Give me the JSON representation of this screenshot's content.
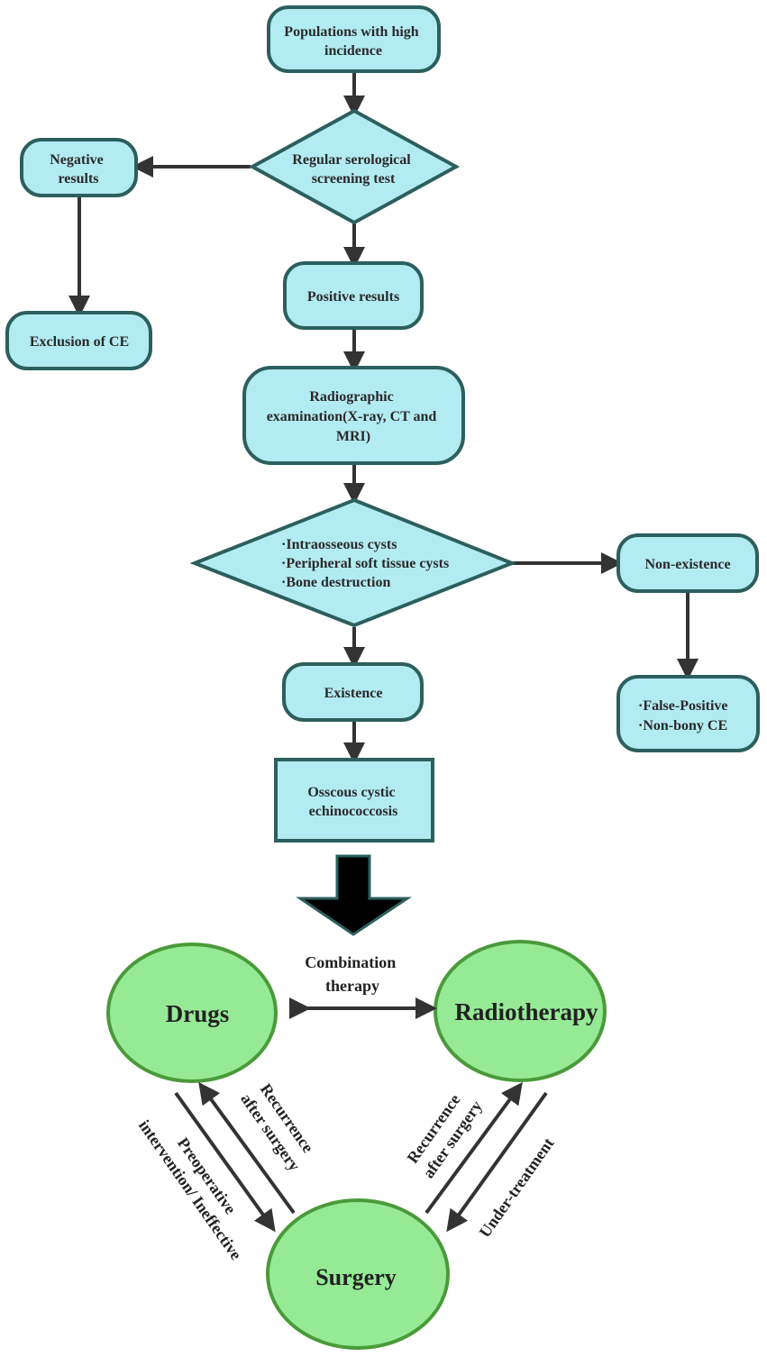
{
  "colors": {
    "box_fill": "#b3ebf2",
    "box_stroke": "#2c5f5d",
    "circle_fill": "#96ea96",
    "circle_stroke": "#4a9a3a",
    "arrow": "#333333",
    "big_arrow": "#000000"
  },
  "nodes": {
    "populations": [
      "Populations with high",
      "incidence"
    ],
    "screening": [
      "Regular serological",
      "screening test"
    ],
    "negative": [
      "Negative",
      "results"
    ],
    "exclusion": [
      "Exclusion of CE"
    ],
    "positive": [
      "Positive results"
    ],
    "radiographic": [
      "Radiographic",
      "examination(X-ray, CT and",
      "MRI)"
    ],
    "findings": [
      "·Intraosseous cysts",
      "·Peripheral soft tissue cysts",
      "·Bone destruction"
    ],
    "non_existence": [
      "Non-existence"
    ],
    "false_positive": [
      "·False-Positive",
      "·Non-bony CE"
    ],
    "existence": [
      "Existence"
    ],
    "osseous": [
      "Osscous cystic",
      "echinococcosis"
    ]
  },
  "therapy": {
    "drugs": "Drugs",
    "radiotherapy": "Radiotherapy",
    "surgery": "Surgery",
    "combination": [
      "Combination",
      "therapy"
    ],
    "preoperative": [
      "Preoperative",
      "intervention/ Ineffective"
    ],
    "recurrence_left": [
      "Recurrence",
      "after surgery"
    ],
    "recurrence_right": [
      "Recurrence",
      "after surgery"
    ],
    "under_treatment": "Under-treatment"
  }
}
